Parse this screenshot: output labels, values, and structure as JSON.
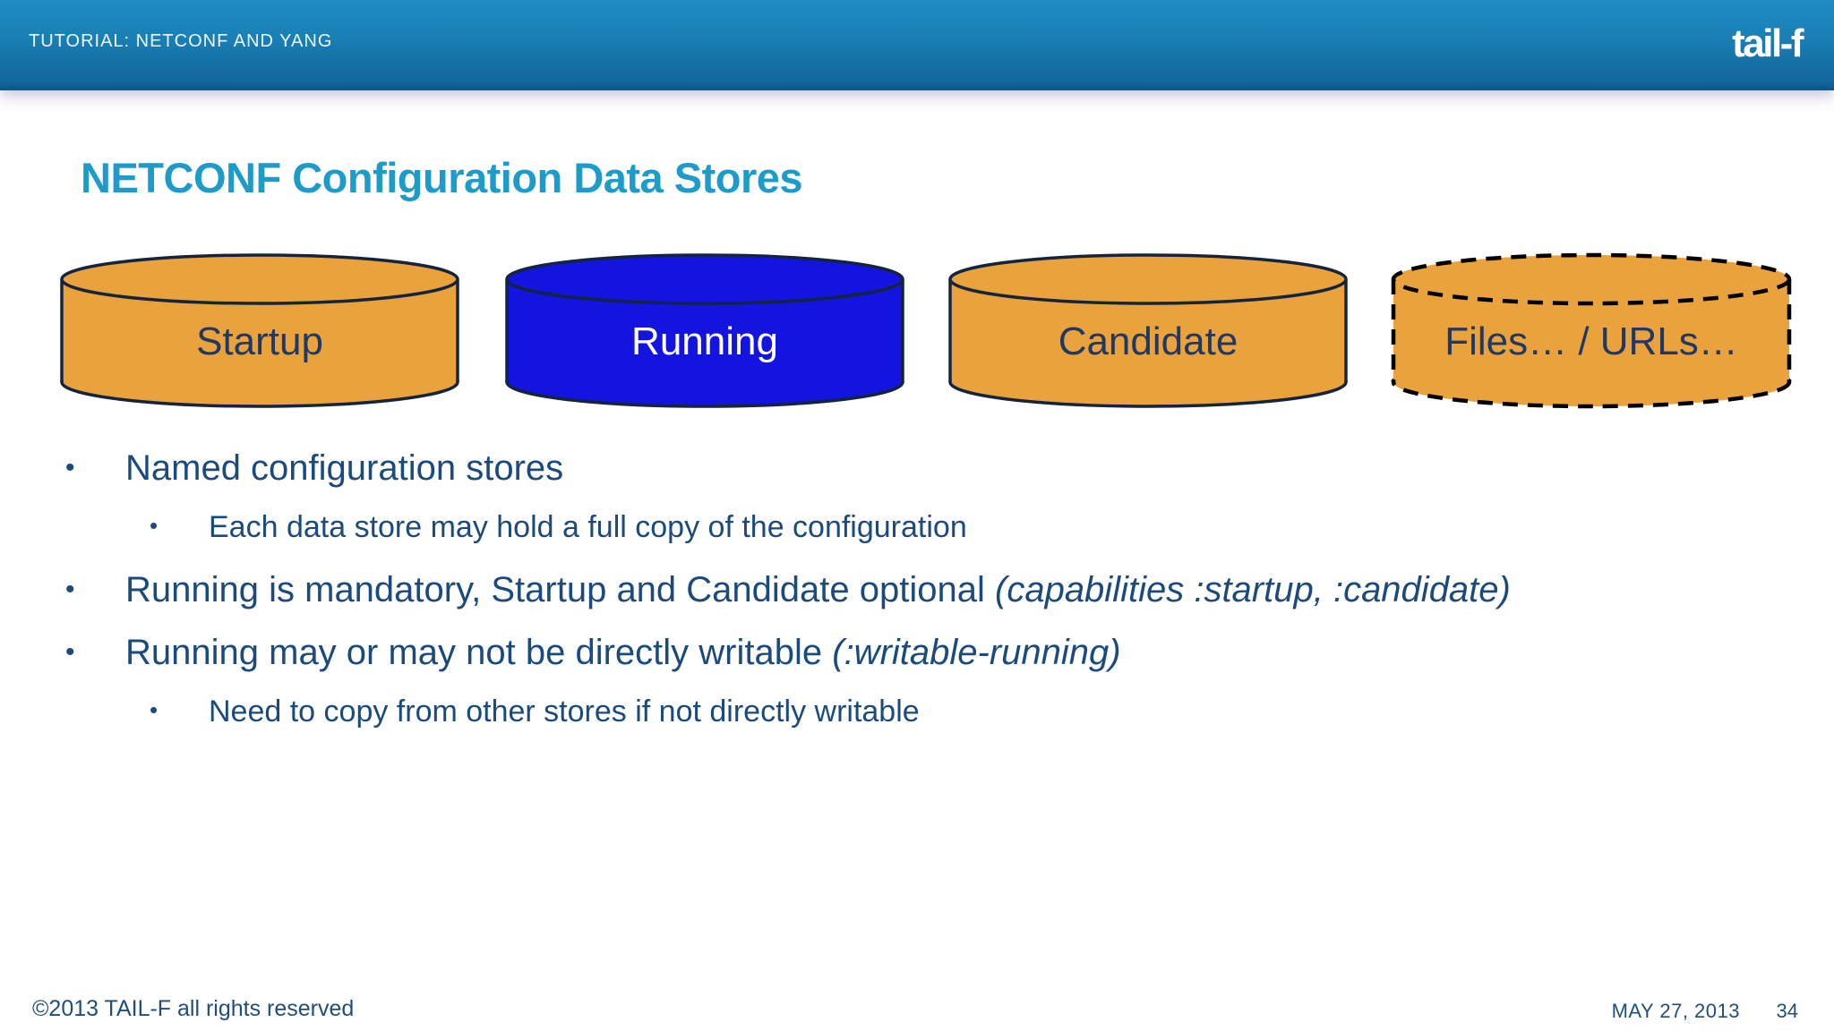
{
  "slide": {
    "header": {
      "eyebrow": "TUTORIAL: NETCONF AND YANG",
      "logo_text": "tail-f"
    },
    "title": "NETCONF Configuration Data Stores",
    "datastores": [
      {
        "label": "Startup",
        "fill": "#E9A23C",
        "label_color": "#203864",
        "border": "solid"
      },
      {
        "label": "Running",
        "fill": "#1414E0",
        "label_color": "#FFFFFF",
        "border": "solid"
      },
      {
        "label": "Candidate",
        "fill": "#E9A23C",
        "label_color": "#203864",
        "border": "solid"
      },
      {
        "label": "Files… / URLs…",
        "fill": "#E9A23C",
        "label_color": "#203864",
        "border": "dashed"
      }
    ],
    "bullets": [
      {
        "level": 1,
        "text": "Named configuration stores"
      },
      {
        "level": 2,
        "text": "Each data store may hold a full copy of the configuration"
      },
      {
        "level": 1,
        "text": "Running is mandatory, Startup and Candidate optional ",
        "italic": "(capabilities :startup, :candidate)"
      },
      {
        "level": 1,
        "text": "Running may or may not be directly writable ",
        "italic": "(:writable-running)"
      },
      {
        "level": 2,
        "text": "Need to copy from other stores if not directly writable"
      }
    ],
    "footer": {
      "copyright": "©2013 TAIL-F all rights reserved",
      "date": "MAY 27, 2013",
      "page": "34"
    },
    "colors": {
      "title": "#1D9BC9",
      "body_text": "#1B4A7C",
      "footer_text": "#1F4E79",
      "header_gradient_top": "#1E8DC2",
      "header_gradient_bottom": "#0D5585",
      "cylinder_stroke": "#14243E",
      "dashed_stroke": "#000000",
      "orange_fill": "#E9A23C",
      "running_fill": "#1414E0"
    }
  }
}
